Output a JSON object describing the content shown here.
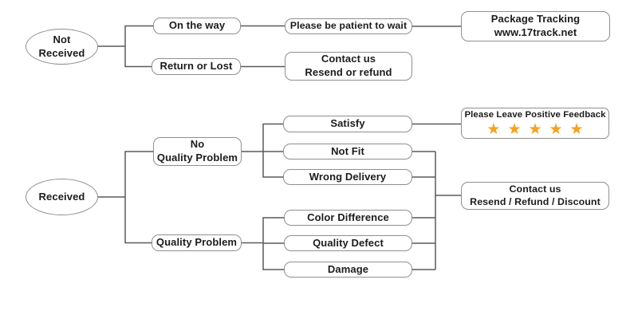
{
  "diagram": {
    "type": "flowchart",
    "topic": "package-received-customer-service-flow",
    "colors": {
      "background": "#ffffff",
      "box_border": "#8f8f8f",
      "connector": "#5a5a5a",
      "text": "#1c1c1c",
      "star": "#F7A11E"
    },
    "nodes": {
      "not_received": {
        "shape": "ellipse",
        "line1": "Not",
        "line2": "Received"
      },
      "on_the_way": {
        "shape": "box",
        "label": "On the way"
      },
      "be_patient": {
        "shape": "box",
        "label": "Please be patient to wait"
      },
      "package_tracking": {
        "shape": "box",
        "line1": "Package Tracking",
        "line2": "www.17track.net"
      },
      "return_or_lost": {
        "shape": "box",
        "label": "Return or Lost"
      },
      "contact_resend_refund": {
        "shape": "box",
        "line1": "Contact us",
        "line2": "Resend or refund"
      },
      "received": {
        "shape": "ellipse",
        "label": "Received"
      },
      "no_quality_problem": {
        "shape": "box",
        "line1": "No",
        "line2": "Quality Problem"
      },
      "satisfy": {
        "shape": "box",
        "label": "Satisfy"
      },
      "not_fit": {
        "shape": "box",
        "label": "Not Fit"
      },
      "wrong_delivery": {
        "shape": "box",
        "label": "Wrong Delivery"
      },
      "quality_problem": {
        "shape": "box",
        "label": "Quality Problem"
      },
      "color_difference": {
        "shape": "box",
        "label": "Color Difference"
      },
      "quality_defect": {
        "shape": "box",
        "label": "Quality Defect"
      },
      "damage": {
        "shape": "box",
        "label": "Damage"
      },
      "positive_feedback": {
        "shape": "box",
        "label": "Please Leave Positive Feedback",
        "star_count": 5,
        "stars": "★★★★★"
      },
      "contact_resend_refund_discount": {
        "shape": "box",
        "line1": "Contact us",
        "line2": "Resend / Refund / Discount"
      }
    },
    "edges": [
      "Not Received -> On the way",
      "Not Received -> Return or Lost",
      "On the way -> Please be patient to wait",
      "Please be patient to wait -> Package Tracking www.17track.net",
      "Return or Lost -> Contact us Resend or refund",
      "Received -> No Quality Problem",
      "Received -> Quality Problem",
      "No Quality Problem -> Satisfy",
      "No Quality Problem -> Not Fit",
      "No Quality Problem -> Wrong Delivery",
      "Satisfy -> Please Leave Positive Feedback",
      "Quality Problem -> Color Difference",
      "Quality Problem -> Quality Defect",
      "Quality Problem -> Damage",
      "Not Fit -> Contact us Resend / Refund / Discount",
      "Wrong Delivery -> Contact us Resend / Refund / Discount",
      "Color Difference -> Contact us Resend / Refund / Discount",
      "Quality Defect -> Contact us Resend / Refund / Discount",
      "Damage -> Contact us Resend / Refund / Discount"
    ]
  }
}
